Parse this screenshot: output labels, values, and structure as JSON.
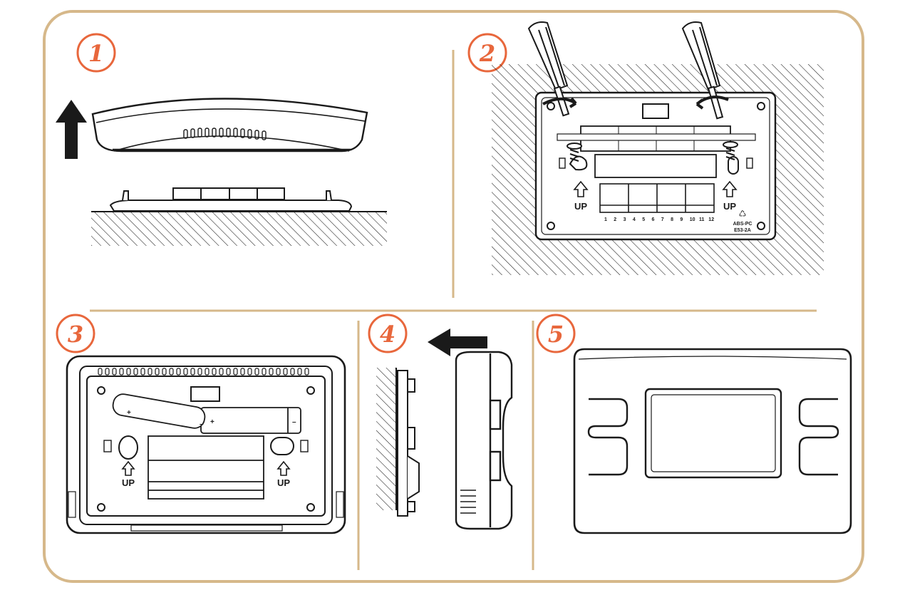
{
  "colors": {
    "frame": "#d6b88a",
    "step_number": "#e8673c",
    "ink": "#1a1a1a"
  },
  "steps": [
    {
      "number": "1"
    },
    {
      "number": "2"
    },
    {
      "number": "3"
    },
    {
      "number": "4"
    },
    {
      "number": "5"
    }
  ],
  "labels": {
    "up": "UP",
    "terminal_numbers": [
      "1",
      "2",
      "3",
      "4",
      "5",
      "6",
      "7",
      "8",
      "9",
      "10",
      "11",
      "12"
    ],
    "material": "ABS-PC",
    "grade": "E53-2A",
    "battery_plus": "+",
    "battery_minus": "–"
  },
  "icons": [
    "up-arrow-icon",
    "left-arrow-icon",
    "screwdriver-icon",
    "rotate-arrow-icon",
    "recycle-icon"
  ]
}
